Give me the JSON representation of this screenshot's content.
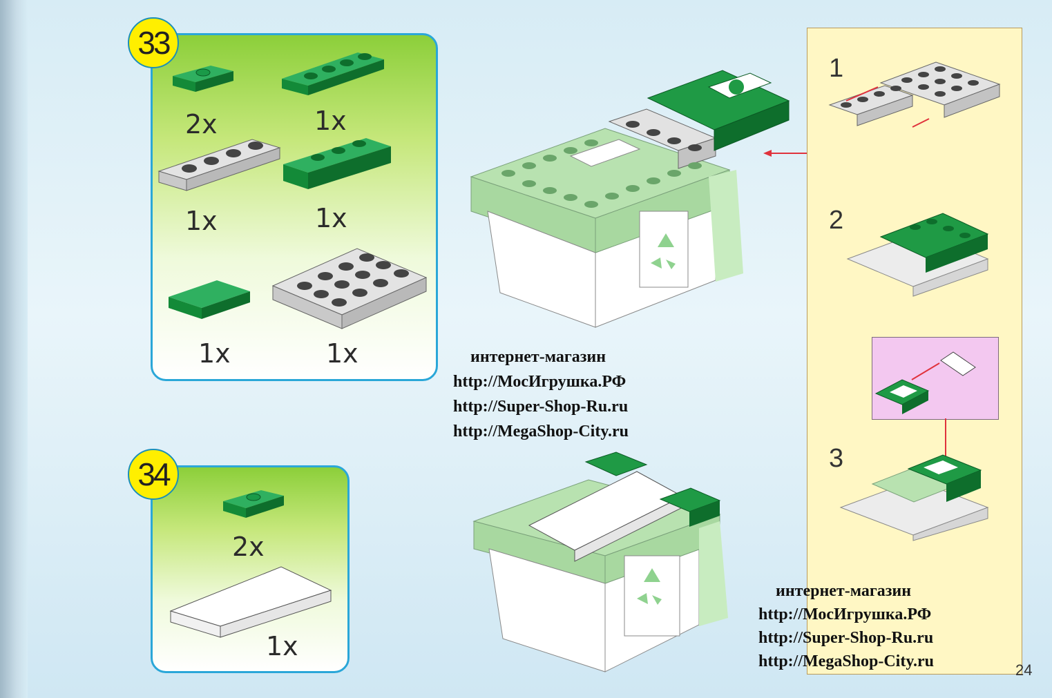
{
  "page": {
    "number": "24"
  },
  "step33": {
    "number": "33",
    "parts": [
      {
        "qty": "2x"
      },
      {
        "qty": "1x"
      },
      {
        "qty": "1x"
      },
      {
        "qty": "1x"
      },
      {
        "qty": "1x"
      },
      {
        "qty": "1x"
      }
    ]
  },
  "step34": {
    "number": "34",
    "parts": [
      {
        "qty": "2x"
      },
      {
        "qty": "1x"
      }
    ]
  },
  "subassembly": {
    "steps": [
      "1",
      "2",
      "3"
    ]
  },
  "shop_block_1": {
    "line1": "интернет-магазин",
    "line2": "http://МосИгрушка.РФ",
    "line3": "http://Super-Shop-Ru.ru",
    "line4": "http://MegaShop-City.ru"
  },
  "shop_block_2": {
    "line1": "интернет-магазин",
    "line2": "http://МосИгрушка.РФ",
    "line3": "http://Super-Shop-Ru.ru",
    "line4": "http://MegaShop-City.ru"
  },
  "colors": {
    "green": "#17913c",
    "light_green": "#a9dca0",
    "grey": "#d3d3d3",
    "yellow_badge": "#ffef00",
    "panel_border": "#2aa7d8",
    "arrow_red": "#e0323c"
  }
}
